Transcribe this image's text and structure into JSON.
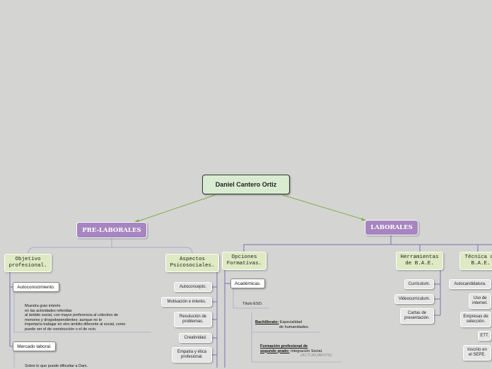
{
  "root": "Daniel Cantero Ortiz",
  "pre_laborales": {
    "title": "PRE-LABORALES",
    "objetivo": {
      "title_l1": "Objetivo",
      "title_l2": "profesional.",
      "autoconocimiento": "Autoconocimiento.",
      "auto_text": [
        "Muestra gran interés",
        "en las actividades referidas",
        "al ámbito social, con mayor preferencia al colectivo de",
        "menores y drogodependientes; aunque no le",
        "importaría trabajar en otro ámbito diferente al social, como",
        "puede ser el de construcción o el de ocio."
      ],
      "mercado": "Mercado laboral.",
      "mercado_text": "Sobre lo que puede dificultar a Dani."
    },
    "aspectos": {
      "title_l1": "Aspectos",
      "title_l2": "Psicosociales.",
      "items": [
        "Autoconcepto.",
        "Motivación e interés.",
        "Resolución de|problemas.",
        "Creatividad.",
        "Empatía y ética|profesional."
      ]
    }
  },
  "laborales": {
    "title": "LABORALES",
    "opciones": {
      "title_l1": "Opciones",
      "title_l2": "Formativas.",
      "academicas": "Académicas.",
      "titulo": "Título ESO.",
      "bach_label": "Bachillerato:",
      "bach_value_l1": "Especialidad",
      "bach_value_l2": "de humanidades.",
      "fp_label_l1": "Formación profesional de",
      "fp_label_l2": "segundo grado:",
      "fp_value": "Integración Social.",
      "fp_note": "(ACTUALMENTE)"
    },
    "herramientas": {
      "title_l1": "Herramientas",
      "title_l2": "de B.A.E.",
      "items": [
        "Curriculum.",
        "Videocurriculum.",
        "Cartas de|presentación."
      ]
    },
    "tecnica": {
      "title_l1": "Técnica de",
      "title_l2": "B.A.E.",
      "items": [
        "Autocandidatura.",
        "Uso de|internet.",
        "Empresas de|selección.",
        "ETT.",
        "Inscrito en|el SEPE."
      ]
    }
  }
}
